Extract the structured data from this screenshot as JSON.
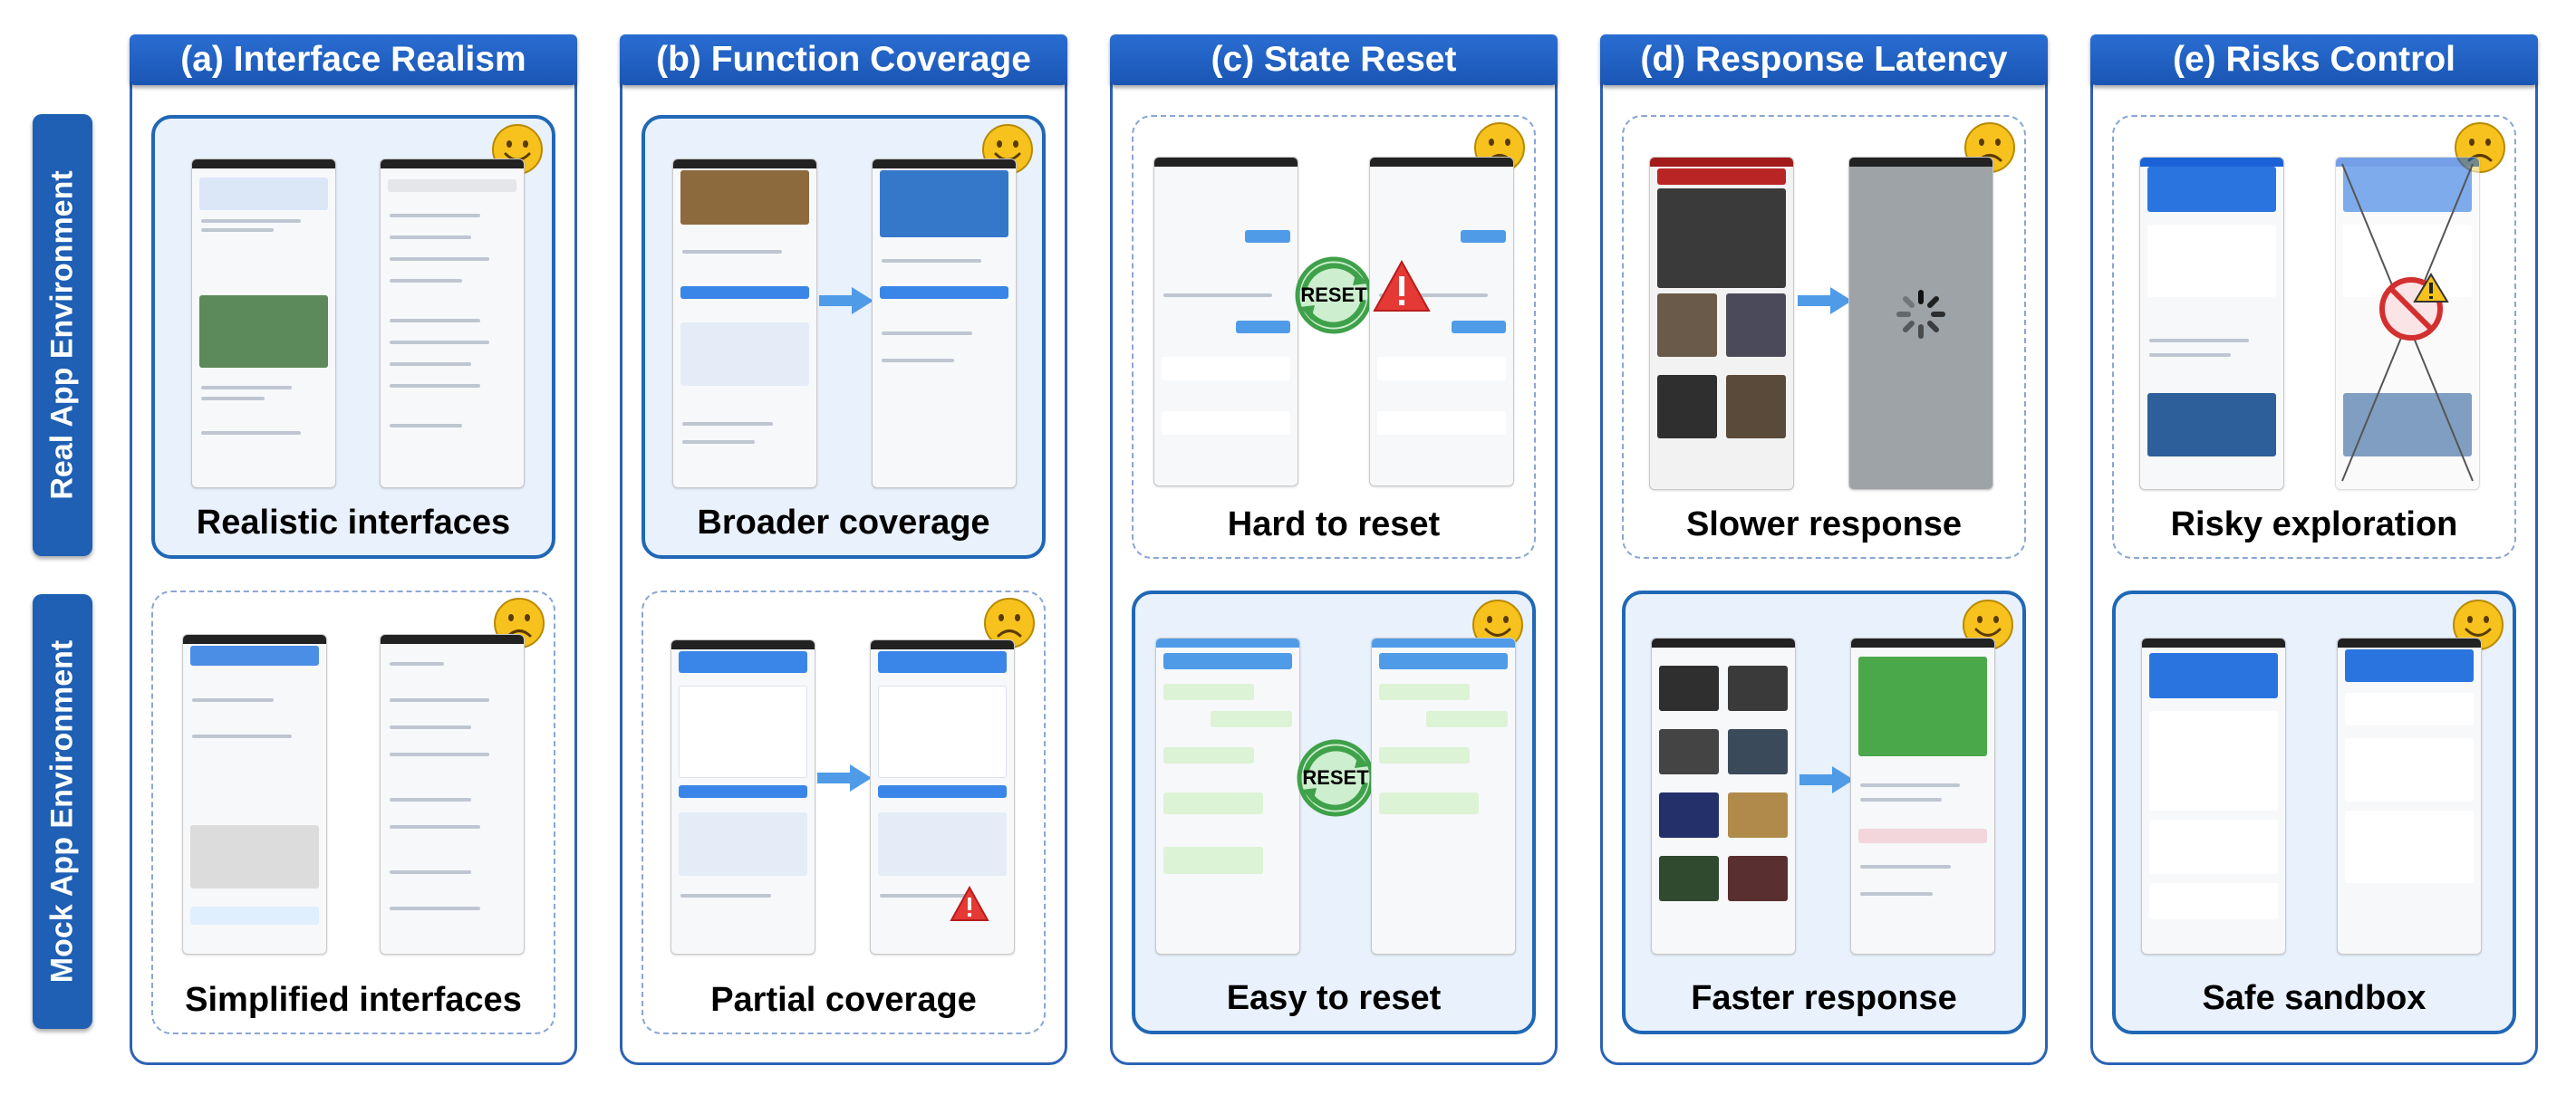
{
  "row_labels": {
    "real": "Real App Environment",
    "mock": "Mock App Environment"
  },
  "columns": [
    {
      "header": "(a) Interface Realism",
      "real_caption": "Realistic interfaces",
      "real_mood": "smile",
      "mock_caption": "Simplified interfaces",
      "mock_mood": "frown"
    },
    {
      "header": "(b) Function Coverage",
      "real_caption": "Broader coverage",
      "real_mood": "smile",
      "mock_caption": "Partial coverage",
      "mock_mood": "frown"
    },
    {
      "header": "(c) State Reset",
      "real_caption": "Hard to reset",
      "real_mood": "frown",
      "mock_caption": "Easy to reset",
      "mock_mood": "smile"
    },
    {
      "header": "(d) Response Latency",
      "real_caption": "Slower response",
      "real_mood": "frown",
      "mock_caption": "Faster response",
      "mock_mood": "smile"
    },
    {
      "header": "(e) Risks Control",
      "real_caption": "Risky exploration",
      "real_mood": "frown",
      "mock_caption": "Safe sandbox",
      "mock_mood": "smile"
    }
  ],
  "badges": {
    "reset": "RESET"
  },
  "colors": {
    "header_blue": "#1f5fb4",
    "panel_fill": "#e8f1fc",
    "emoji_yellow": "#f7c21d",
    "warning_red": "#e53935"
  }
}
